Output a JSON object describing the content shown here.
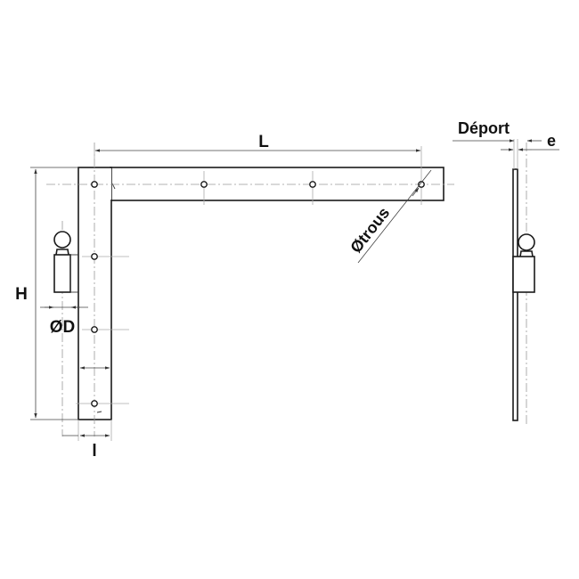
{
  "drawing": {
    "title": "Penture équerre à gond – dimension drawing",
    "colors": {
      "line": "#1a1a1a",
      "centerline": "#9a9a9a",
      "background": "#ffffff"
    },
    "labels": {
      "length": "L",
      "height": "H",
      "pin_diameter": "ØD",
      "width": "l",
      "hole_diameter": "Øtrous",
      "offset": "Déport",
      "thickness": "e"
    },
    "views": [
      {
        "name": "front-view",
        "parts": [
          "horizontal-strap",
          "vertical-strap",
          "pintle-knuckle"
        ],
        "holes_horizontal": 4,
        "holes_vertical": 4
      },
      {
        "name": "side-view",
        "parts": [
          "plate-edge",
          "pintle-knuckle"
        ]
      }
    ]
  }
}
